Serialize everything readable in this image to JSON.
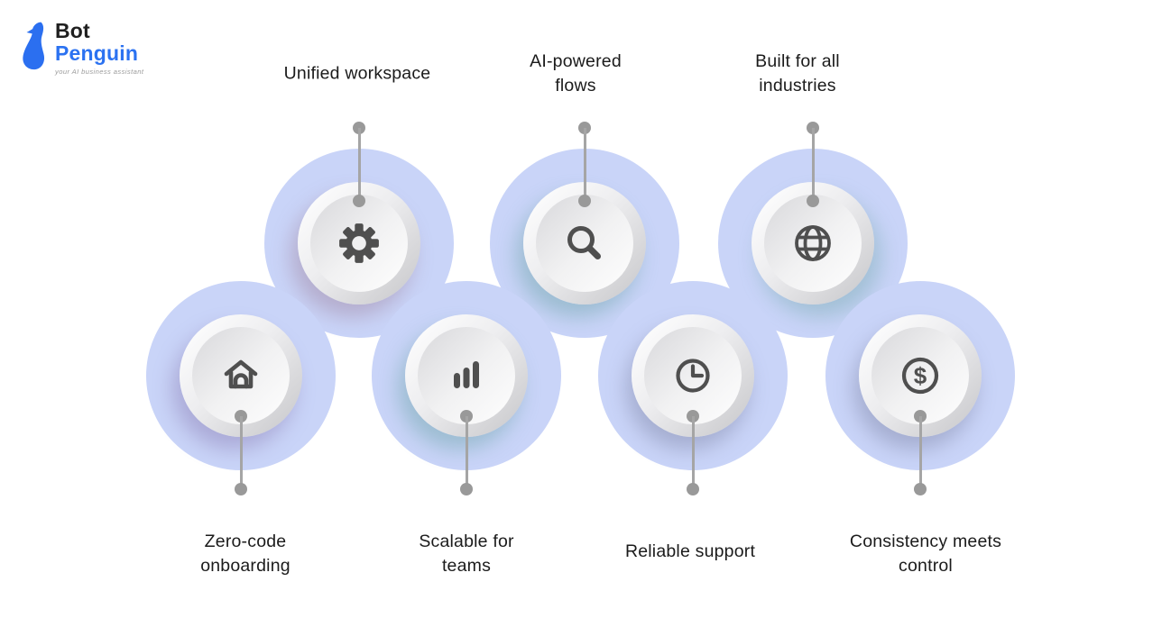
{
  "logo": {
    "bot": "Bot",
    "penguin": "Penguin",
    "tagline": "your AI business assistant"
  },
  "features": [
    {
      "label": "Unified workspace",
      "icon": "gear-icon",
      "row": "top"
    },
    {
      "label": "AI-powered\nflows",
      "icon": "search-icon",
      "row": "top"
    },
    {
      "label": "Built for all\nindustries",
      "icon": "globe-icon",
      "row": "top"
    },
    {
      "label": "Zero-code\nonboarding",
      "icon": "home-icon",
      "row": "bottom"
    },
    {
      "label": "Scalable for\nteams",
      "icon": "bar-chart-icon",
      "row": "bottom"
    },
    {
      "label": "Reliable support",
      "icon": "clock-icon",
      "row": "bottom"
    },
    {
      "label": "Consistency meets\ncontrol",
      "icon": "dollar-icon",
      "row": "bottom"
    }
  ],
  "colors": {
    "blob": "#c9d4f8",
    "icon_gray": "#4f4f4f",
    "connector_gray": "#9e9e9e",
    "brand_blue": "#2b72f1",
    "text_dark": "#1b1b1b"
  }
}
